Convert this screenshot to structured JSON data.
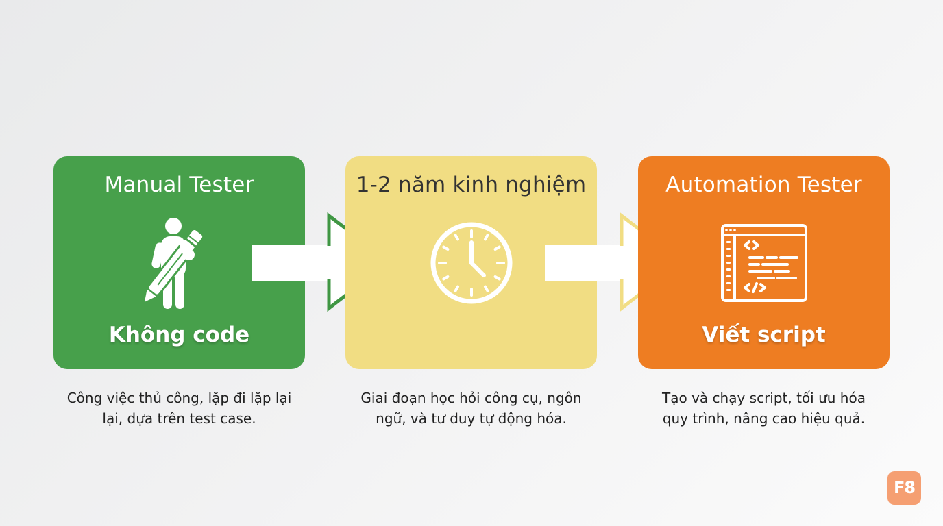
{
  "steps": [
    {
      "title": "Manual Tester",
      "subtitle": "Không code",
      "icon": "person-pencil-icon",
      "color": "#47a04b",
      "description": [
        "Công việc thủ công, lặp đi lặp lại",
        "lại, dựa trên test case."
      ]
    },
    {
      "title": "1-2 năm kinh nghiệm",
      "subtitle": "",
      "icon": "clock-icon",
      "color": "#f1dd83",
      "description": [
        "Giai đoạn học hỏi công cụ, ngôn",
        "ngữ, và tư duy tự động hóa."
      ]
    },
    {
      "title": "Automation Tester",
      "subtitle": "Viết script",
      "icon": "code-window-icon",
      "color": "#ee7d22",
      "description": [
        "Tạo và chạy script, tối ưu hóa",
        "quy trình, nâng cao hiệu quả."
      ]
    }
  ],
  "arrows": [
    {
      "icon": "arrow-right-icon",
      "outline_color": "#3f9643"
    },
    {
      "icon": "arrow-right-icon",
      "outline_color": "#f1dd83"
    }
  ],
  "logo": {
    "text": "F8",
    "color": "#f59f72"
  }
}
